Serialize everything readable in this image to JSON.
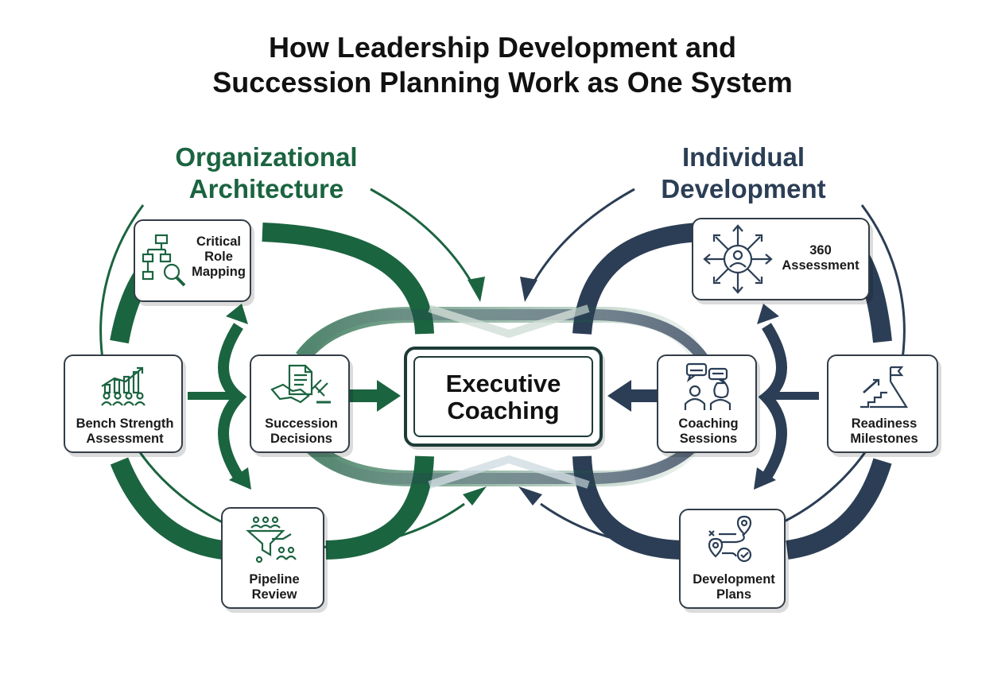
{
  "title_line1": "How Leadership Development and",
  "title_line2": "Succession Planning Work as One System",
  "left": {
    "title_line1": "Organizational",
    "title_line2": "Architecture",
    "color": "#1b6440",
    "nodes": {
      "critical_role_mapping": [
        "Critical",
        "Role",
        "Mapping"
      ],
      "bench_strength": [
        "Bench Strength",
        "Assessment"
      ],
      "succession_decisions": [
        "Succession",
        "Decisions"
      ],
      "pipeline_review": [
        "Pipeline",
        "Review"
      ]
    }
  },
  "right": {
    "title_line1": "Individual",
    "title_line2": "Development",
    "color": "#2b3e55",
    "nodes": {
      "assessment_360": [
        "360",
        "Assessment"
      ],
      "readiness_milestones": [
        "Readiness",
        "Milestones"
      ],
      "coaching_sessions": [
        "Coaching",
        "Sessions"
      ],
      "development_plans": [
        "Development",
        "Plans"
      ]
    }
  },
  "center": {
    "line1": "Executive",
    "line2": "Coaching",
    "border_color": "#1d3b36"
  }
}
